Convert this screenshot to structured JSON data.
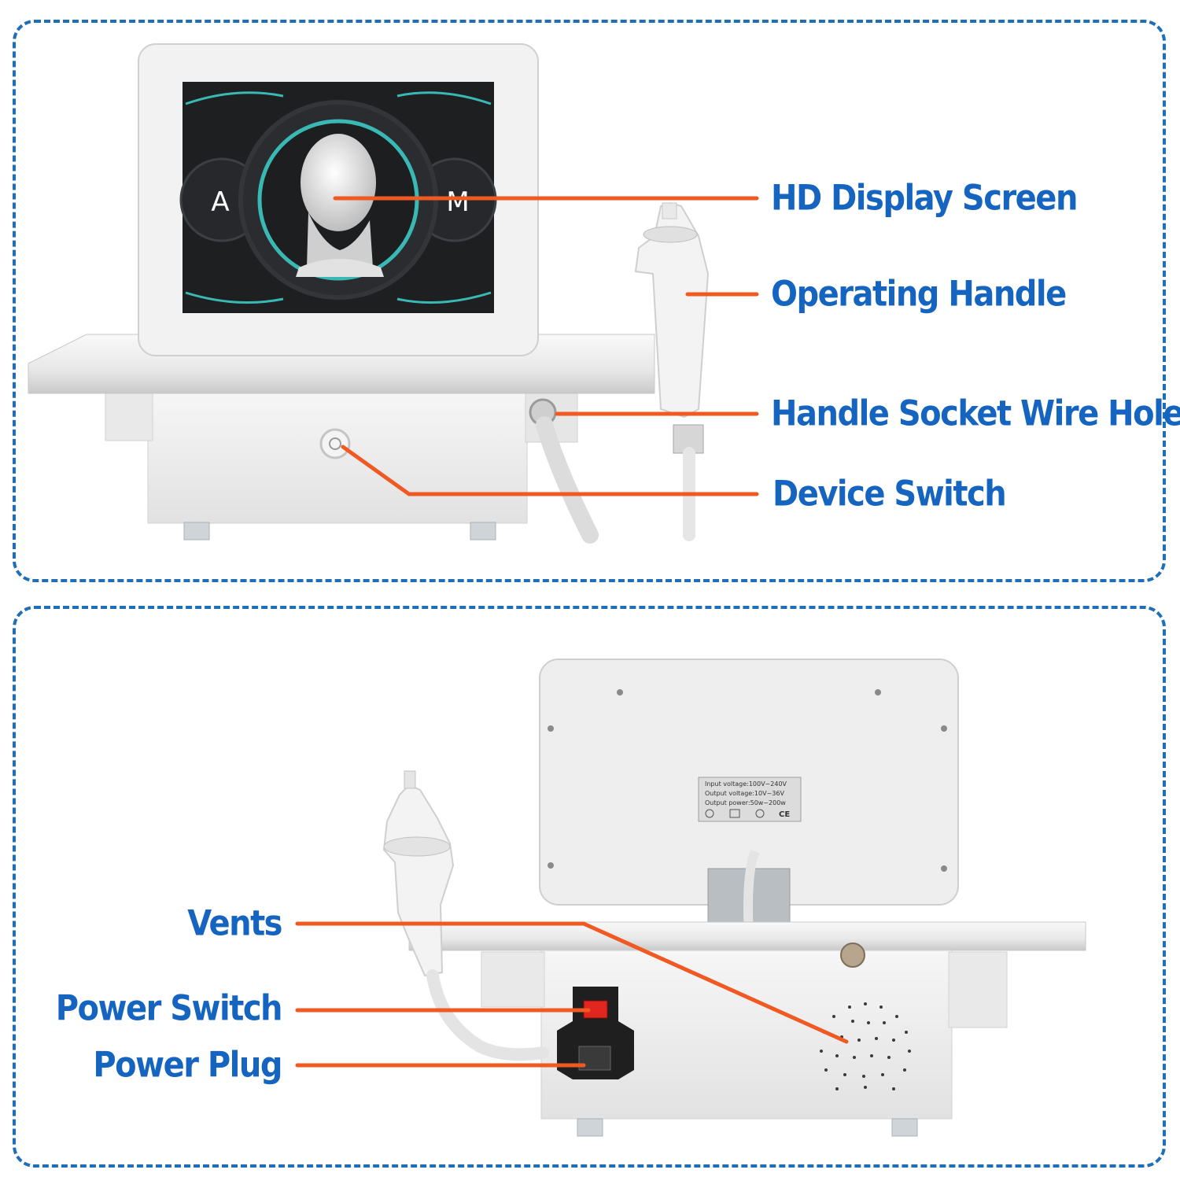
{
  "colors": {
    "label_text": "#1565c0",
    "leader_line": "#f05a22",
    "panel_border": "#1f6fb8",
    "device_body": "#eeeeee",
    "screen": "#1e1f21",
    "screen_ring": "#39b8b4"
  },
  "screen_ui": {
    "left_button": "A",
    "right_button": "M"
  },
  "top_labels": {
    "display": "HD Display Screen",
    "handle": "Operating Handle",
    "socket": "Handle Socket Wire Hole",
    "device_switch": "Device Switch"
  },
  "bottom_labels": {
    "vents": "Vents",
    "power_switch": "Power Switch",
    "power_plug": "Power Plug"
  },
  "spec_plate": {
    "line1": "Input voltage:100V~240V",
    "line2": "Output voltage:10V~36V",
    "line3": "Output power:50w~200w",
    "mark": "CE"
  }
}
